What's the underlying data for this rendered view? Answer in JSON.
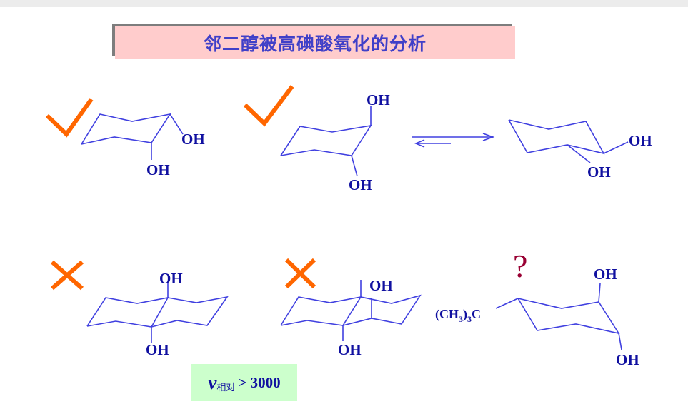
{
  "title": "邻二醇被高碘酸氧化的分析",
  "labels": {
    "oh": "OH",
    "tbutyl": {
      "paren_open": "(CH",
      "sub_3": "3",
      "paren_close": ")",
      "sub_3b": "3",
      "c": "C"
    },
    "question": "?"
  },
  "rate": {
    "symbol": "v",
    "subscript": "相对",
    "value": "> 3000"
  },
  "colors": {
    "bond": "#4040e0",
    "label": "#1010a0",
    "check": "#ff6600",
    "question": "#990033",
    "title_bg": "#ffcccc",
    "rate_bg": "#ccffcc"
  },
  "icons": [
    "check-icon",
    "check-icon",
    "cross-icon",
    "cross-icon",
    "question-icon",
    "equilibrium-arrows-icon"
  ]
}
